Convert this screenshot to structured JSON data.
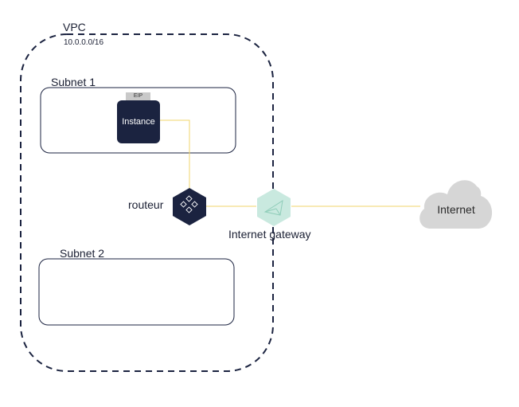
{
  "vpc": {
    "title": "VPC",
    "cidr": "10.0.0.0/16"
  },
  "subnets": [
    {
      "label": "Subnet 1"
    },
    {
      "label": "Subnet 2"
    }
  ],
  "instance": {
    "label": "Instance",
    "eip_label": "EIP"
  },
  "router": {
    "label": "routeur",
    "icon": "router-icon"
  },
  "gateway": {
    "label": "Internet gateway",
    "icon": "internet-gateway-icon"
  },
  "internet": {
    "label": "Internet",
    "icon": "cloud-icon"
  },
  "colors": {
    "dark_navy": "#1b2340",
    "gateway_teal": "#c9e9df",
    "gateway_icon": "#8fcdb9",
    "connection_line": "#f2d56b",
    "cloud": "#d6d6d6",
    "border": "#1b2340"
  }
}
